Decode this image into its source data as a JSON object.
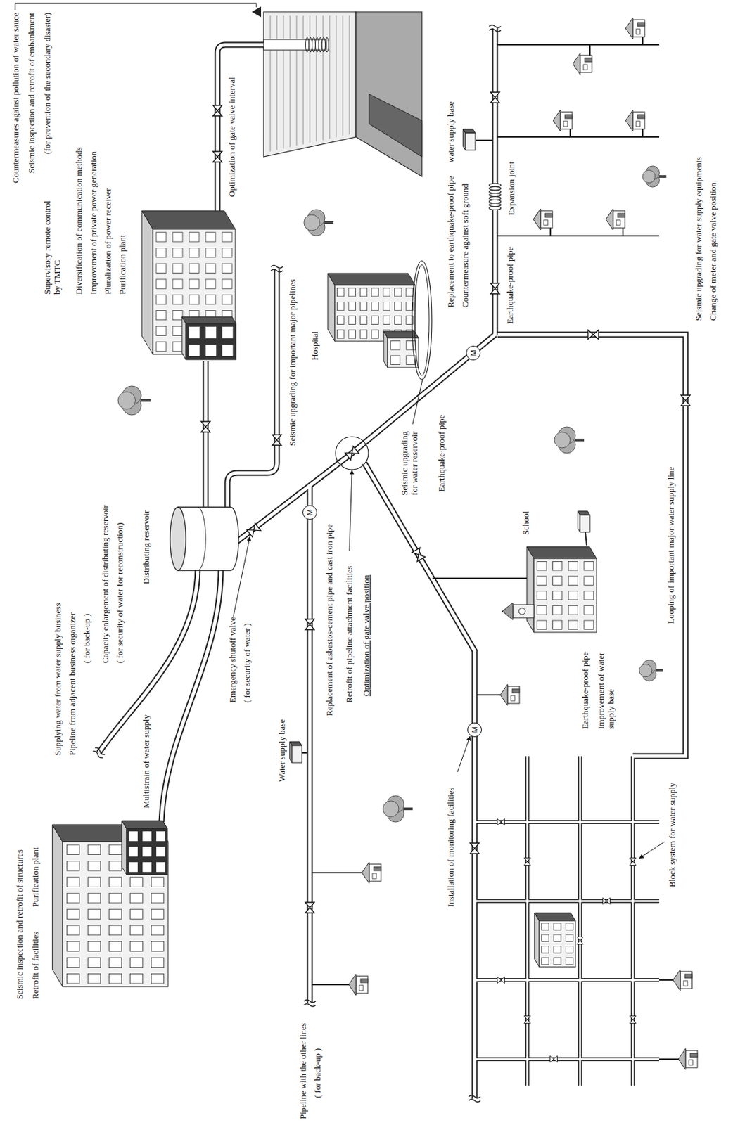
{
  "diagram": {
    "nodes": [
      {
        "text": [
          "M"
        ]
      },
      {
        "text": [
          "M"
        ]
      },
      {
        "text": [
          "M"
        ]
      }
    ],
    "labels": [
      "Seismic inspection and retrofit of structures",
      "Retrofit of facilities",
      "Purification plant",
      "Supplying water from water supply business",
      "Pipeline from adjacent business organizer",
      "( for back-up )",
      "Capacity enlargement of distributing reservoir",
      "( for security of water for reconstruction)",
      "Distributing reservoir",
      "Multistrain of water supply",
      "Emergency shutoff valve",
      "( for security of water )",
      "Countermeasures against pollution of water sauce",
      "Seismic inspection and retrofit of embankment",
      "(for prevention of the secondary disaster)",
      "Supervisory remote control by TMTC",
      "Diversification of communication methods",
      "Improvement of private power generation",
      "Pluralization of power receiver",
      "Purification plant",
      "Optimization of gate valve interval",
      "Seismic upgrading for important major pipelines",
      "Water supply base",
      "Pipeline with the other lines",
      "( for back-up )",
      "Replacement of asbestos-cement pipe and cast iron pipe",
      "Retrofit of pipeline attachment facilities",
      "Optimization of gate valve position",
      "Hospital",
      "Seismic upgrading for water reservoir",
      "Earthquake-proof pipe",
      "Replacement to earthquake-proof pipe",
      "Countermeasure against soft ground",
      "water supply base",
      "Earthquake-proof pipe",
      "Expansion joint",
      "Installation of monitoring facilities",
      "School",
      "Earthquake-proof pipe",
      "Improvement of water supply base",
      "Block system for water supply",
      "Looping of important major water supply line",
      "Seismic upgrading for water supply equipments",
      "Change of meter and gate valve position"
    ]
  }
}
